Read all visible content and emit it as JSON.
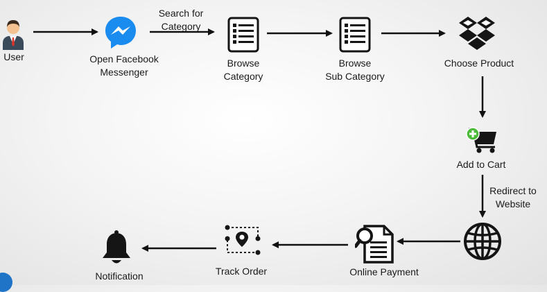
{
  "nodes": {
    "user": {
      "label": "User",
      "icon": "user-icon"
    },
    "messenger": {
      "line1": "Open Facebook",
      "line2": "Messenger",
      "icon": "messenger-icon"
    },
    "browse_category": {
      "line1": "Browse",
      "line2": "Category",
      "icon": "list-icon"
    },
    "browse_subcategory": {
      "line1": "Browse",
      "line2": "Sub Category",
      "icon": "list-icon"
    },
    "choose_product": {
      "label": "Choose Product",
      "icon": "dropbox-box-icon"
    },
    "add_to_cart": {
      "label": "Add to Cart",
      "icon": "cart-add-icon"
    },
    "website": {
      "icon": "globe-icon"
    },
    "online_payment": {
      "label": "Online Payment",
      "icon": "invoice-search-icon"
    },
    "track_order": {
      "label": "Track Order",
      "icon": "route-pin-icon"
    },
    "notification": {
      "label": "Notification",
      "icon": "bell-icon"
    }
  },
  "edges": {
    "search_category": {
      "line1": "Search for",
      "line2": "Category"
    },
    "redirect": {
      "line1": "Redirect to",
      "line2": "Website"
    }
  },
  "colors": {
    "messenger_blue": "#1a8cf0",
    "cart_green": "#4dbb3a",
    "corner_blue": "#1f74c8",
    "icon_dark": "#151515"
  }
}
